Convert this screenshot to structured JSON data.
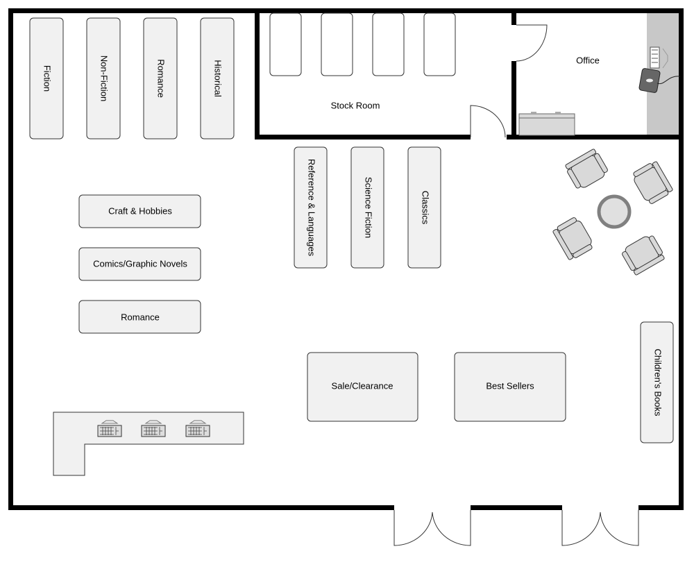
{
  "rooms": {
    "stock_room": "Stock Room",
    "office": "Office"
  },
  "wall_shelves": [
    "Fiction",
    "Non-Fiction",
    "Romance",
    "Historical"
  ],
  "center_shelves": [
    "Reference & Languages",
    "Science Fiction",
    "Classics"
  ],
  "side_tables": [
    "Craft & Hobbies",
    "Comics/Graphic Novels",
    "Romance"
  ],
  "display_tables": [
    "Sale/Clearance",
    "Best Sellers"
  ],
  "childrens_shelf": "Children's Books",
  "colors": {
    "wall": "#000000",
    "fixture_fill": "#f1f1f1",
    "office_desk": "#c8c8c8",
    "table_ring": "#808080"
  }
}
